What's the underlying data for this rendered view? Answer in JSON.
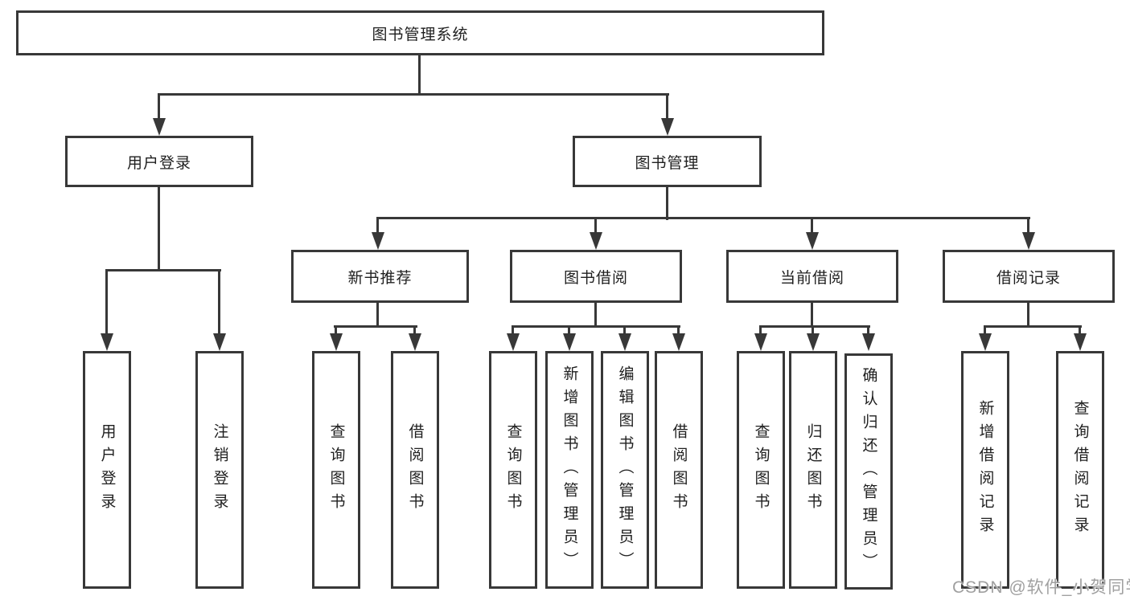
{
  "tree": {
    "label": "图书管理系统",
    "children": [
      {
        "label": "用户登录",
        "children": [
          {
            "label": "用户登录"
          },
          {
            "label": "注销登录"
          }
        ]
      },
      {
        "label": "图书管理",
        "children": [
          {
            "label": "新书推荐",
            "children": [
              {
                "label": "查询图书"
              },
              {
                "label": "借阅图书"
              }
            ]
          },
          {
            "label": "图书借阅",
            "children": [
              {
                "label": "查询图书"
              },
              {
                "label": "新增图书（管理员）"
              },
              {
                "label": "编辑图书（管理员）"
              },
              {
                "label": "借阅图书"
              }
            ]
          },
          {
            "label": "当前借阅",
            "children": [
              {
                "label": "查询图书"
              },
              {
                "label": "归还图书"
              },
              {
                "label": "确认归还（管理员）"
              }
            ]
          },
          {
            "label": "借阅记录",
            "children": [
              {
                "label": "新增借阅记录"
              },
              {
                "label": "查询借阅记录"
              }
            ]
          }
        ]
      }
    ]
  },
  "watermark": {
    "text": "CSDN @软件_小贺同学"
  },
  "colors": {
    "line": "#383838",
    "box_border": "#383838",
    "box_fill": "#ffffff",
    "text": "#1f1f1f",
    "watermark": "#a0a0a0",
    "background": "#ffffff"
  }
}
